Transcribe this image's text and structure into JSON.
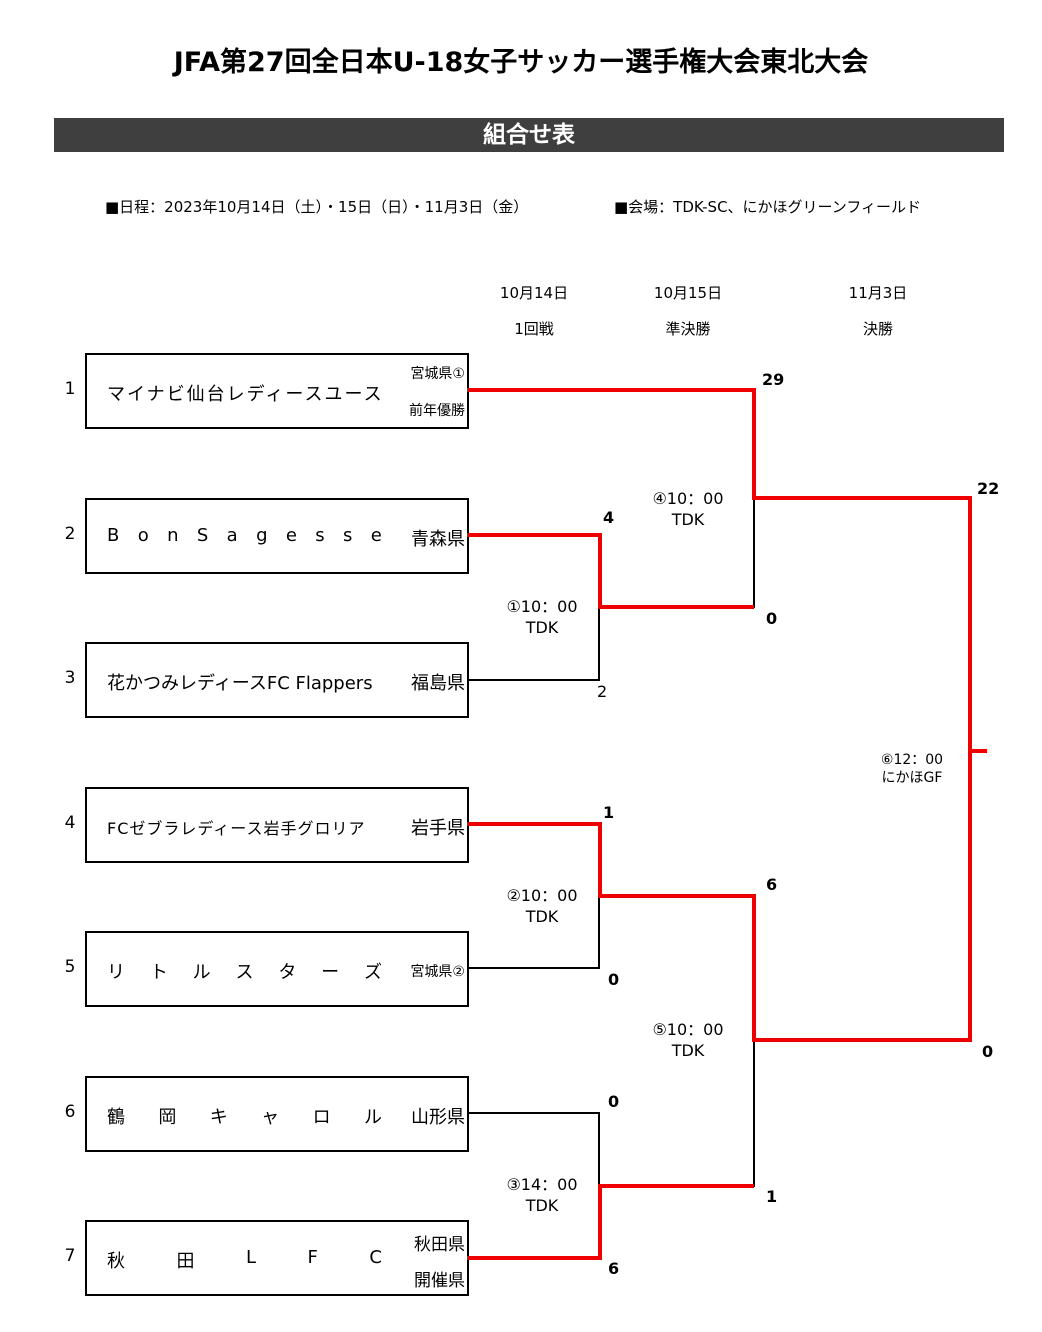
{
  "title": "JFA第27回全日本U-18女子サッカー選手権大会東北大会",
  "section": "組合せ表",
  "schedule": "■日程：2023年10月14日（土）・15日（日）・11月3日（金）",
  "venue": "■会場：TDK-SC、にかほグリーンフィールド",
  "rounds": [
    {
      "date": "10月14日",
      "name": "1回戦"
    },
    {
      "date": "10月15日",
      "name": "準決勝"
    },
    {
      "date": "11月3日",
      "name": "決勝"
    }
  ],
  "teams": [
    {
      "seed": "1",
      "name": "マイナビ仙台レディースユース",
      "pref": "宮城県①",
      "note": "前年優勝"
    },
    {
      "seed": "2",
      "name": "Bon Sagesse",
      "pref": "青森県"
    },
    {
      "seed": "3",
      "name": "花かつみレディースFC Flappers",
      "pref": "福島県"
    },
    {
      "seed": "4",
      "name": "FCゼブラレディース岩手グロリア",
      "pref": "岩手県"
    },
    {
      "seed": "5",
      "name": "リトルスターズ",
      "pref": "宮城県②"
    },
    {
      "seed": "6",
      "name": "鶴岡キャロル",
      "pref": "山形県"
    },
    {
      "seed": "7",
      "name": "秋田LFC",
      "pref": "秋田県",
      "note": "開催県"
    }
  ],
  "matches": [
    {
      "label": "①10：00",
      "venue": "TDK",
      "score_top": "4",
      "score_bottom": "2"
    },
    {
      "label": "②10：00",
      "venue": "TDK",
      "score_top": "1",
      "score_bottom": "0"
    },
    {
      "label": "③14：00",
      "venue": "TDK",
      "score_top": "0",
      "score_bottom": "6"
    },
    {
      "label": "④10：00",
      "venue": "TDK",
      "score_top": "29",
      "score_bottom": "0"
    },
    {
      "label": "⑤10：00",
      "venue": "TDK",
      "score_top": "6",
      "score_bottom": "1"
    },
    {
      "label": "⑥12：00",
      "venue": "にかほGF",
      "score_top": "22",
      "score_bottom": "0"
    }
  ],
  "colors": {
    "winner_line": "#ee0000",
    "loser_line": "#000000",
    "band": "#3f3f3f"
  }
}
